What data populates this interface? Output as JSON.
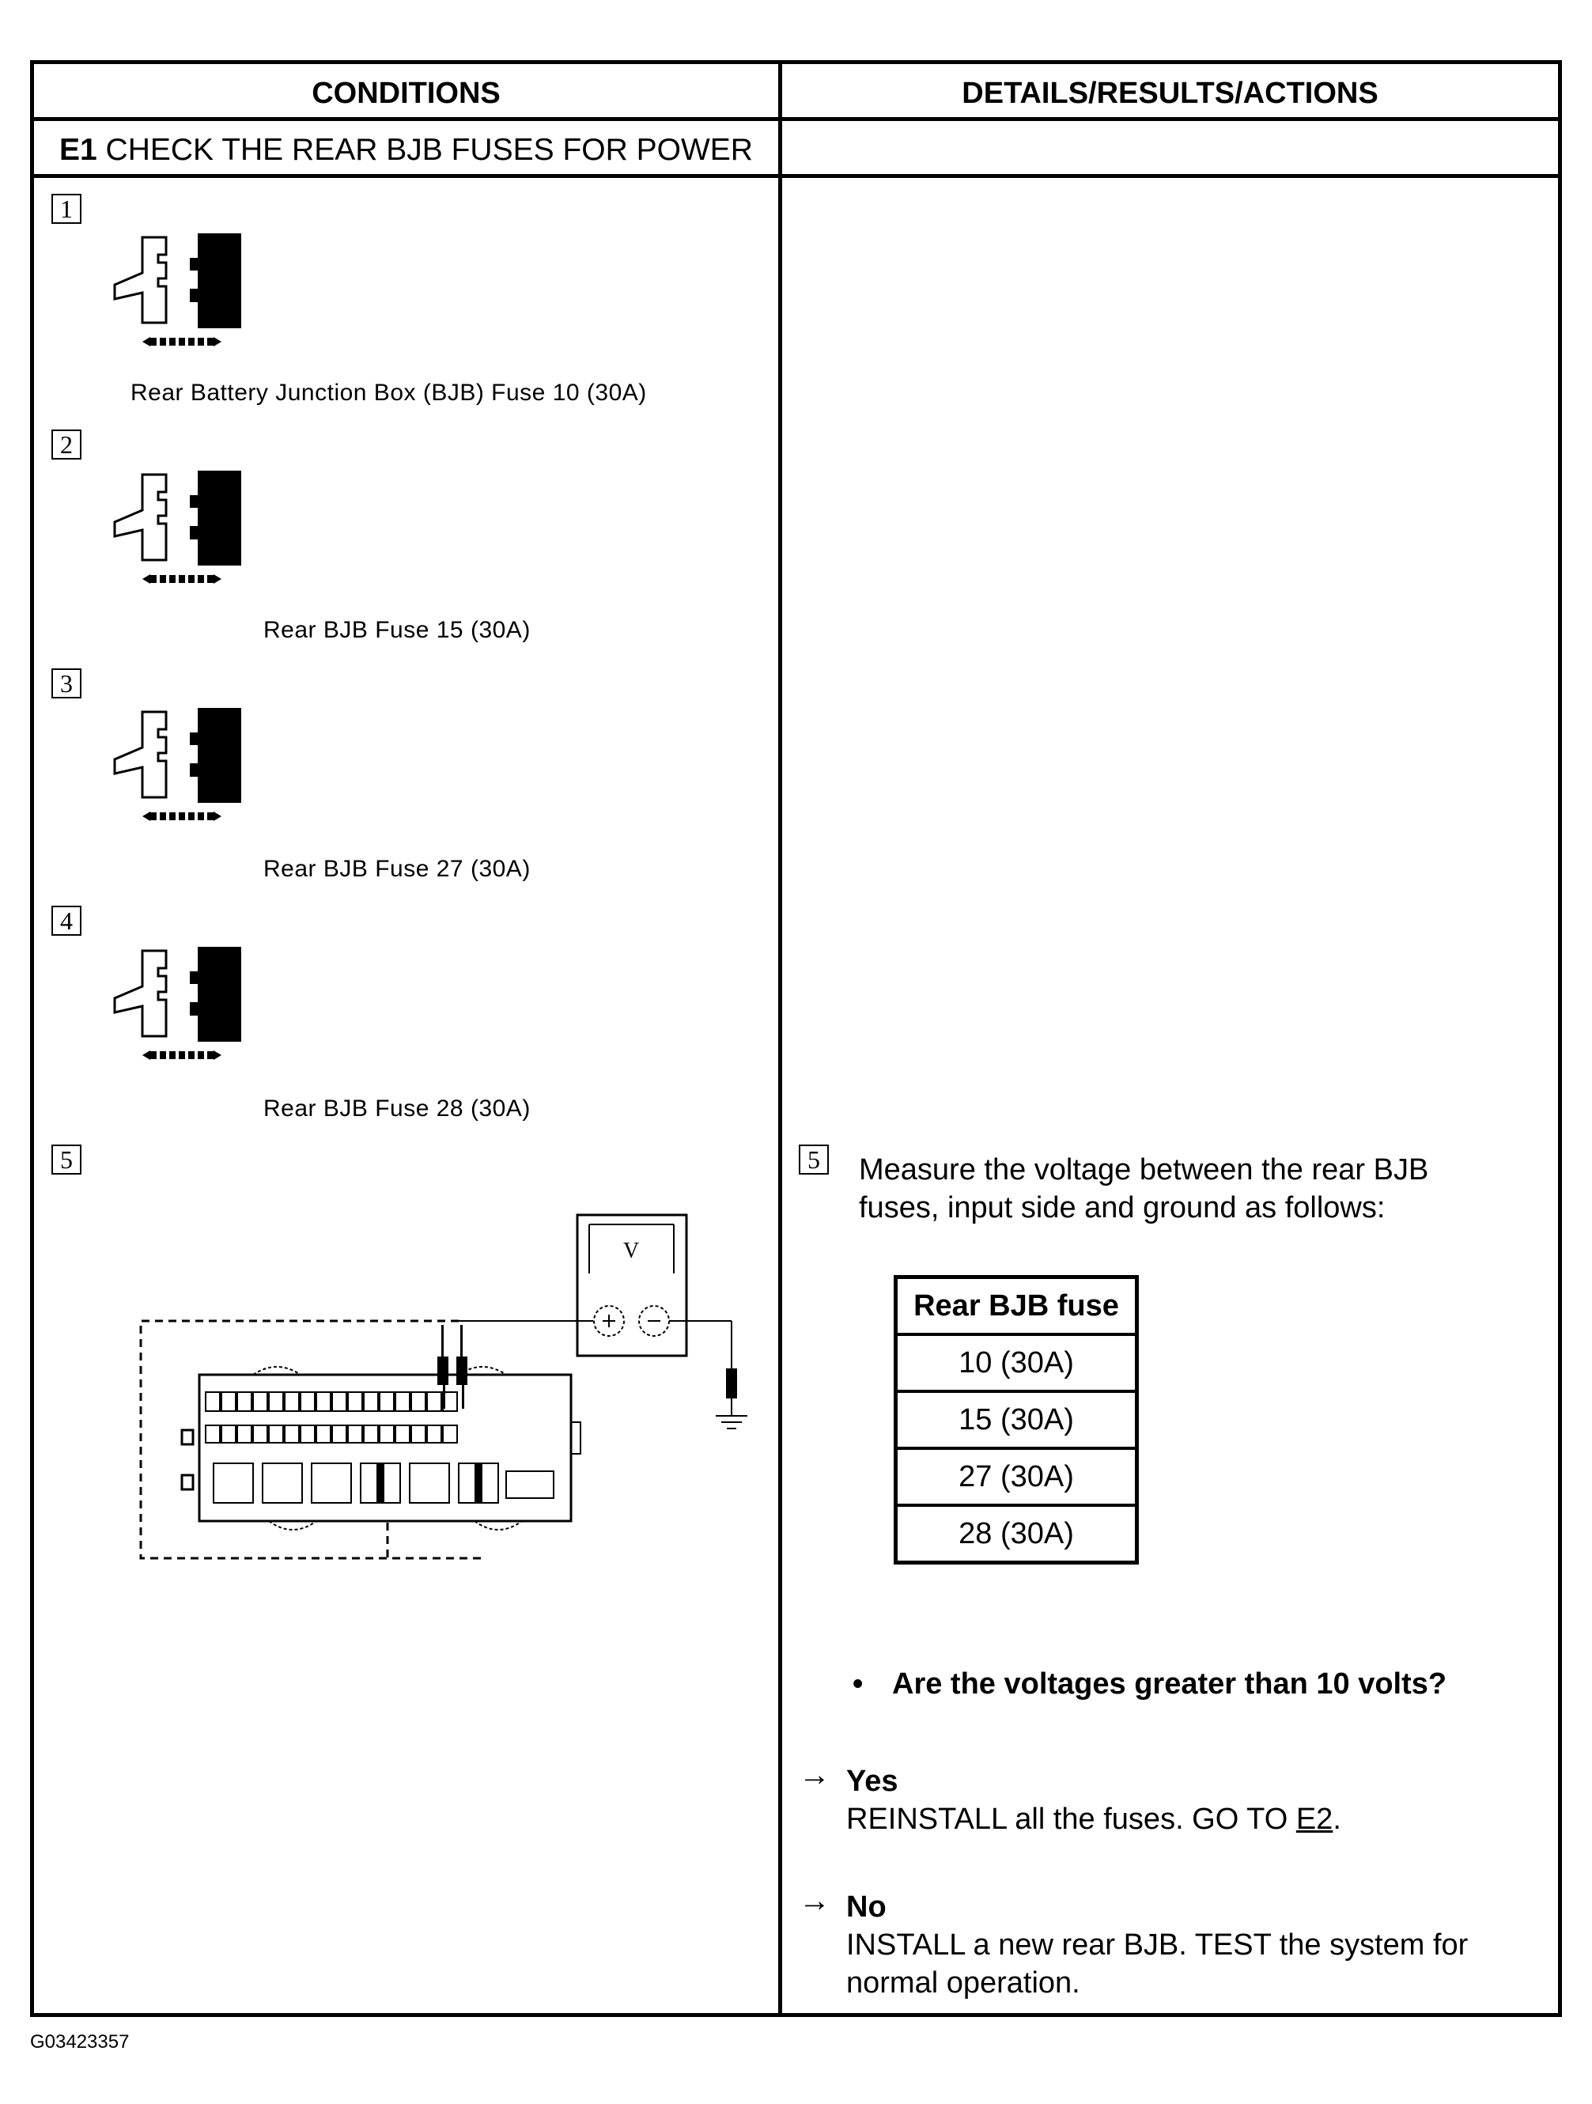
{
  "header": {
    "conditions": "CONDITIONS",
    "details": "DETAILS/RESULTS/ACTIONS"
  },
  "step": {
    "code": "E1",
    "title": "CHECK THE REAR BJB FUSES FOR POWER"
  },
  "conditions": [
    {
      "num": "1",
      "caption": "Rear Battery Junction Box (BJB) Fuse 10 (30A)"
    },
    {
      "num": "2",
      "caption": "Rear BJB Fuse 15 (30A)"
    },
    {
      "num": "3",
      "caption": "Rear BJB Fuse 27 (30A)"
    },
    {
      "num": "4",
      "caption": "Rear BJB Fuse 28 (30A)"
    },
    {
      "num": "5"
    }
  ],
  "meter_label": "V",
  "details": {
    "num": "5",
    "instruction": "Measure the voltage between the rear BJB fuses, input side and ground as follows:",
    "table_header": "Rear BJB fuse",
    "fuses": [
      "10 (30A)",
      "15 (30A)",
      "27 (30A)",
      "28 (30A)"
    ],
    "question": "Are the voltages greater than 10 volts?",
    "yes_label": "Yes",
    "yes_text": "REINSTALL all the fuses. GO TO",
    "yes_link": "E2",
    "yes_suffix": ".",
    "no_label": "No",
    "no_text": "INSTALL a new rear BJB. TEST the system for normal operation."
  },
  "footer": {
    "code": "G03423357"
  }
}
